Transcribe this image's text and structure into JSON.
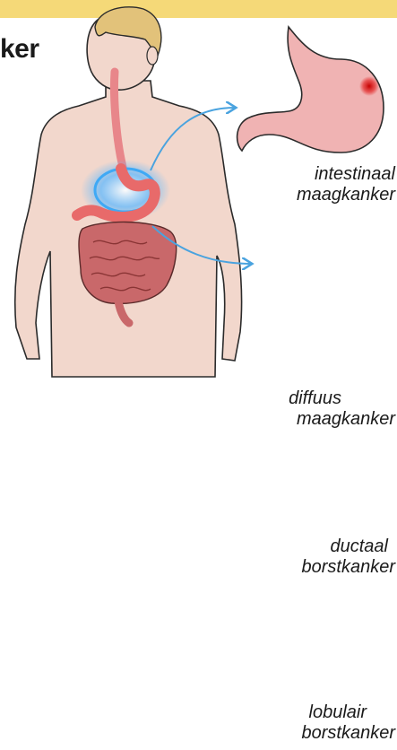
{
  "header": {
    "title_fragment": "ker"
  },
  "figures": {
    "stomach_intestinal": {
      "line1": "intestinaal",
      "line2": "maagkanker"
    },
    "stomach_diffuse": {
      "line1": "diffuus",
      "line2": "maagkanker"
    },
    "breast_ductal": {
      "line1": "ductaal",
      "line2": "borstkanker"
    },
    "breast_lobular": {
      "line1": "lobulair",
      "line2": "borstkanker"
    }
  },
  "colors": {
    "banner": "#f5d978",
    "skin": "#f2d7cc",
    "stomach": "#f0a8a8",
    "mucosa": "#e86a6a",
    "tumor": "#d81e1e",
    "highlight": "#3fa9f5",
    "lobule": "#f7d98a",
    "arrow": "#4aa3df"
  }
}
